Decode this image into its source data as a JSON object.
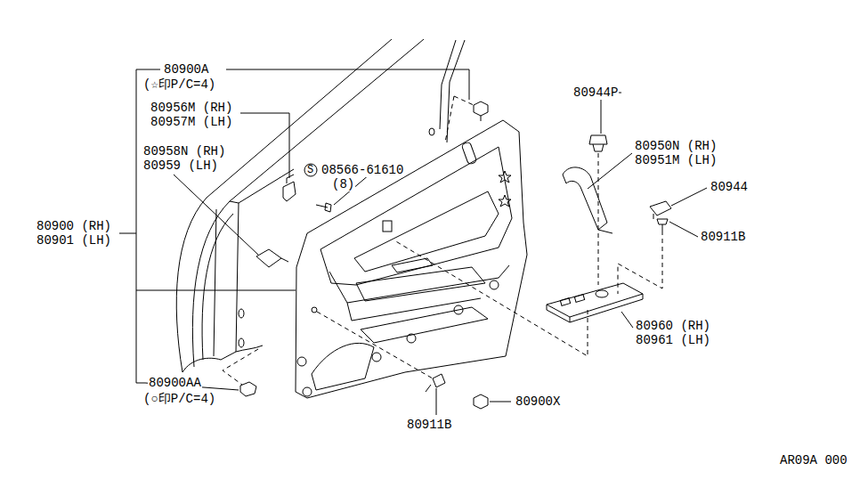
{
  "diagram": {
    "labels": [
      "80900A",
      "(☆印P/C=4)",
      "80956M (RH)",
      "80957M (LH)",
      "80958N (RH)",
      "80959 (LH)",
      "S",
      "08566-61610",
      "(8)",
      "80900 (RH)",
      "80901 (LH)",
      "80900AA",
      "(○印P/C=4)",
      "80944P",
      "80950N (RH)",
      "80951M (LH)",
      "80944",
      "80911B",
      "80960 (RH)",
      "80961 (LH)",
      "80911B",
      "80900X",
      "AR09A 000"
    ]
  }
}
